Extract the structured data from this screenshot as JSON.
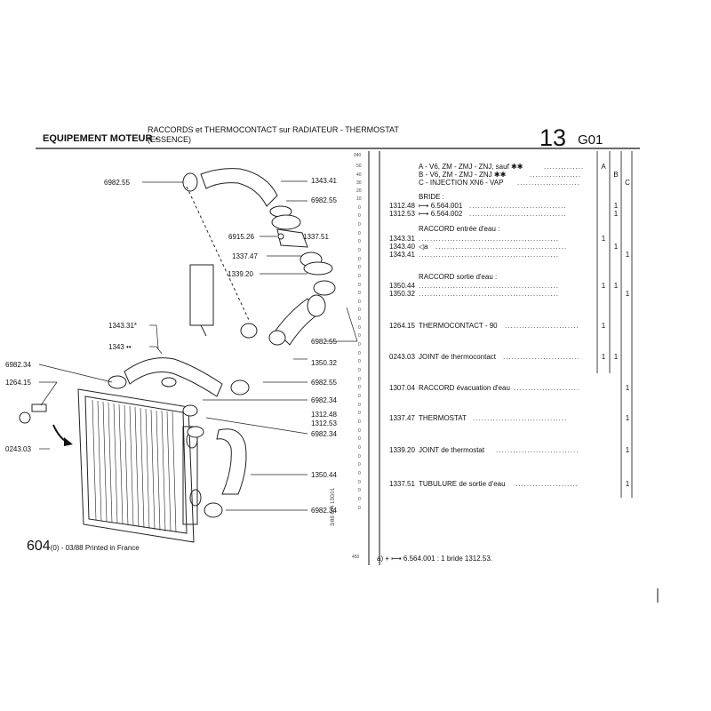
{
  "header": {
    "section": "EQUIPEMENT MOTEUR -",
    "title_line1": "RACCORDS et THERMOCONTACT sur RADIATEUR - THERMOSTAT",
    "title_line2": "(ESSENCE)",
    "number": "13",
    "code": "G01"
  },
  "diagram_labels": [
    {
      "key": "l1",
      "text": "6982.55"
    },
    {
      "key": "l2",
      "text": "1343.41"
    },
    {
      "key": "l3",
      "text": "6982.55"
    },
    {
      "key": "l4",
      "text": "6915.26"
    },
    {
      "key": "l5",
      "text": "1337.51"
    },
    {
      "key": "l6",
      "text": "1337.47"
    },
    {
      "key": "l7",
      "text": "1339.20"
    },
    {
      "key": "l8",
      "text": "1343.31*"
    },
    {
      "key": "l9",
      "text": "1343 ••"
    },
    {
      "key": "l10",
      "text": "6982.55"
    },
    {
      "key": "l11",
      "text": "6982.34"
    },
    {
      "key": "l12",
      "text": "1264.15"
    },
    {
      "key": "l13",
      "text": "1350.32"
    },
    {
      "key": "l14",
      "text": "6982.55"
    },
    {
      "key": "l15",
      "text": "6982.34"
    },
    {
      "key": "l16",
      "text": "1312.48"
    },
    {
      "key": "l17",
      "text": "1312.53"
    },
    {
      "key": "l18",
      "text": "6982.34"
    },
    {
      "key": "l19",
      "text": "0243.03"
    },
    {
      "key": "l20",
      "text": "1350.44"
    },
    {
      "key": "l21",
      "text": "6982.34"
    }
  ],
  "ruler": [
    "040",
    "50",
    "40",
    "30",
    "20",
    "10",
    "0",
    "0",
    "0",
    "0",
    "0",
    "0",
    "0",
    "0",
    "0",
    "0",
    "0",
    "0",
    "0",
    "0",
    "0",
    "0",
    "0",
    "0",
    "0",
    "0",
    "0",
    "0",
    "0",
    "0",
    "0",
    "0",
    "0",
    "0",
    "0",
    "0",
    "0",
    "0",
    "0",
    "0",
    "0",
    "0",
    "450"
  ],
  "side_code": "3/88  604  13G01",
  "columns": [
    "A",
    "B",
    "C"
  ],
  "variants": [
    {
      "text": "A - V6, ZM - ZMJ - ZNJ, sauf ✱✱"
    },
    {
      "text": "B - V6, ZM - ZMJ - ZNJ ✱✱"
    },
    {
      "text": "C - INJECTION XN6 - VAP"
    }
  ],
  "parts": [
    {
      "ref": "",
      "title": "BRIDE :"
    },
    {
      "ref": "1312.48",
      "desc": "⟼ 6.564.001",
      "qty": [
        "",
        "1",
        ""
      ]
    },
    {
      "ref": "1312.53",
      "desc": "⟼ 6.564.002",
      "qty": [
        "",
        "1",
        ""
      ]
    },
    {
      "ref": "",
      "title": "RACCORD entrée d'eau :"
    },
    {
      "ref": "1343.31",
      "desc": "",
      "qty": [
        "1",
        "",
        ""
      ]
    },
    {
      "ref": "1343.40",
      "desc": "◁a",
      "qty": [
        "",
        "1",
        ""
      ]
    },
    {
      "ref": "1343.41",
      "desc": "",
      "qty": [
        "",
        "",
        "1"
      ]
    },
    {
      "ref": "",
      "title": "RACCORD sortie d'eau :"
    },
    {
      "ref": "1350.44",
      "desc": "",
      "qty": [
        "1",
        "1",
        ""
      ]
    },
    {
      "ref": "1350.32",
      "desc": "",
      "qty": [
        "",
        "",
        "1"
      ]
    },
    {
      "ref": "1264.15",
      "desc": "THERMOCONTACT - 90",
      "qty": [
        "1",
        "",
        ""
      ]
    },
    {
      "ref": "0243.03",
      "desc": "JOINT de thermocontact",
      "qty": [
        "1",
        "1",
        ""
      ]
    },
    {
      "ref": "1307.04",
      "desc": "RACCORD évacuation d'eau",
      "qty": [
        "",
        "",
        "1"
      ]
    },
    {
      "ref": "1337.47",
      "desc": "THERMOSTAT",
      "qty": [
        "",
        "",
        "1"
      ]
    },
    {
      "ref": "1339.20",
      "desc": "JOINT de thermostat",
      "qty": [
        "",
        "",
        "1"
      ]
    },
    {
      "ref": "1337.51",
      "desc": "TUBULURE de sortie d'eau",
      "qty": [
        "",
        "",
        "1"
      ]
    }
  ],
  "footnote": "a)  +  ⟼ 6.564.001 : 1 bride 1312.53.",
  "footer": {
    "main": "604",
    "small": "(0) - 03/88 Printed in France"
  }
}
